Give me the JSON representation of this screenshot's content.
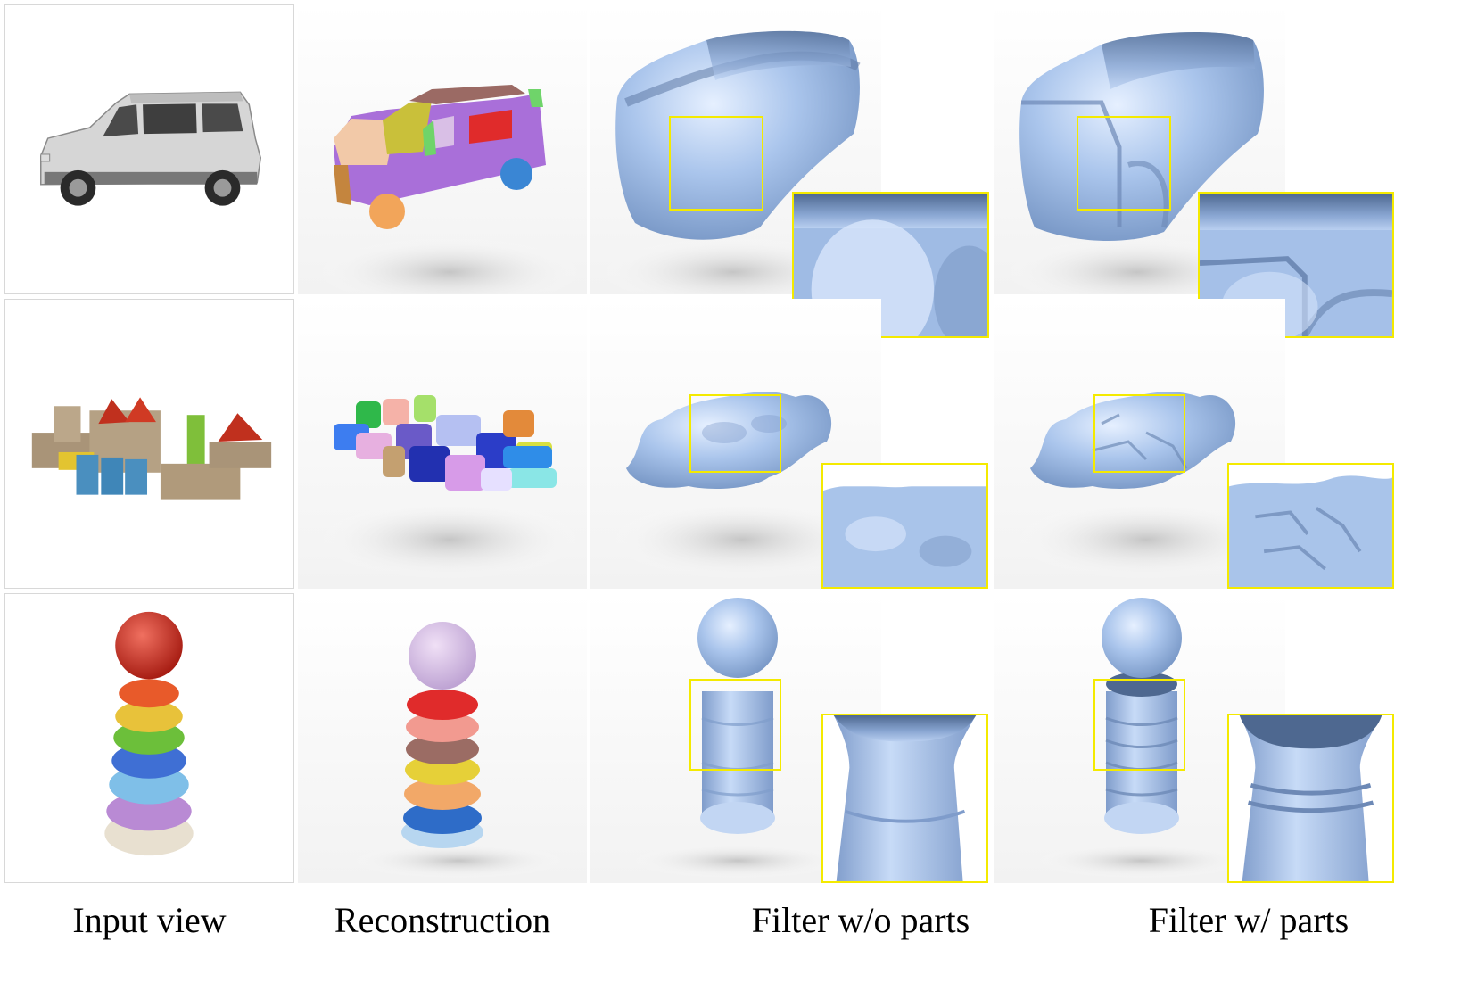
{
  "figure": {
    "columns": [
      {
        "id": "input",
        "caption": "Input view"
      },
      {
        "id": "recon",
        "caption": "Reconstruction"
      },
      {
        "id": "filter_no_parts",
        "caption": "Filter w/o parts"
      },
      {
        "id": "filter_parts",
        "caption": "Filter w/ parts"
      }
    ],
    "rows": [
      {
        "id": "car",
        "object": "toy-suv"
      },
      {
        "id": "blocks",
        "object": "wooden-blocks"
      },
      {
        "id": "stacker",
        "object": "ring-stacker"
      }
    ],
    "colors": {
      "mesh": "#a9c4ea",
      "highlight_box": "#f4ea00",
      "part_palette": [
        "#e8c1a0",
        "#c9b93a",
        "#9b6f6a",
        "#a96fd9",
        "#e02b2b",
        "#6fd46a",
        "#f0a860",
        "#4a90d9",
        "#c9a4e6"
      ]
    }
  }
}
